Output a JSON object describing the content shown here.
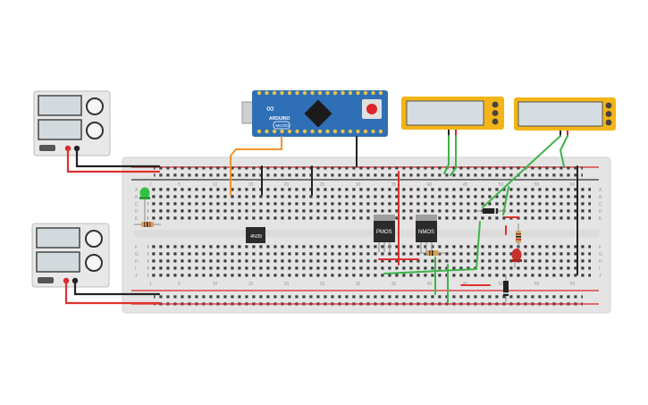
{
  "canvas": {
    "background": "#ffffff"
  },
  "colors": {
    "breadboard": "#e6e6e6",
    "rail_red": "#d9262b",
    "rail_dark": "#333333",
    "wire_red": "#e0312f",
    "wire_black": "#222222",
    "wire_green": "#3fb44a",
    "wire_orange": "#f0962a",
    "arduino_blue": "#2f6fb5",
    "multimeter_body": "#f3b417",
    "multimeter_screen": "#d6dde2",
    "psu_body": "#e8e8e8",
    "led_green": "#34c046",
    "led_red": "#c9302c"
  },
  "breadboard": {
    "column_numbers_top": [
      "1",
      "5",
      "10",
      "15",
      "20",
      "25",
      "30",
      "35",
      "40",
      "45",
      "50",
      "55",
      "60"
    ],
    "column_numbers_bottom": [
      "1",
      "5",
      "10",
      "15",
      "20",
      "25",
      "30",
      "35",
      "40",
      "45",
      "50",
      "55",
      "60"
    ],
    "row_letters_top": [
      "A",
      "B",
      "C",
      "D",
      "E"
    ],
    "row_letters_bottom": [
      "F",
      "G",
      "H",
      "I",
      "J"
    ]
  },
  "arduino": {
    "brand": "ARDUINO",
    "model": "MICRO",
    "icon": "infinity-logo-icon"
  },
  "components": {
    "optocoupler_label": "4N35",
    "pmos_label": "PMOS",
    "nmos_label": "NMOS"
  },
  "multimeter_icons": [
    "dial-knob-icon",
    "probe-jack-icon"
  ],
  "psu_icons": [
    "voltage-knob-icon",
    "current-knob-icon",
    "power-switch-icon"
  ]
}
